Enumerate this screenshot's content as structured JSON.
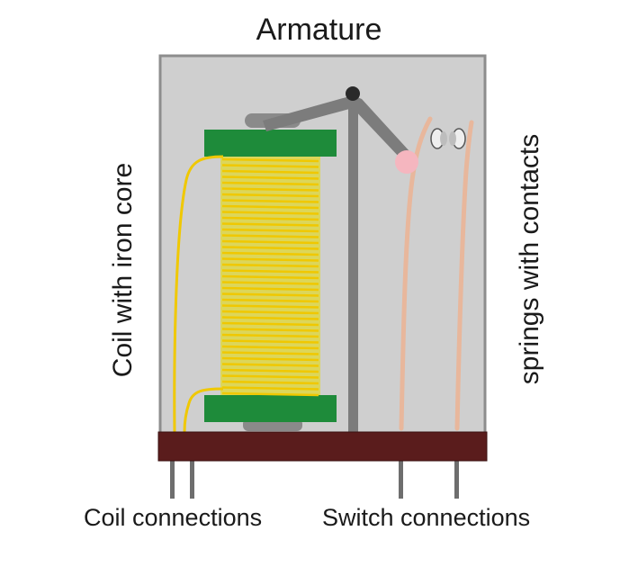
{
  "diagram": {
    "title": "Armature",
    "left_label": "Coil with iron core",
    "right_label": "springs with contacts",
    "bottom_left_label": "Coil connections",
    "bottom_right_label": "Switch connections"
  },
  "colors": {
    "housing": "#cfcfcf",
    "housing_border": "#8d8d8d",
    "base": "#5a1c1c",
    "coil_flange": "#1e8b3a",
    "coil_winding": "#e9e07a",
    "coil_wire": "#f0c800",
    "armature_metal": "#7c7c7c",
    "spring": "#e8b79c",
    "contact_pink": "#f5b6bf",
    "pin": "#6e6e6e"
  }
}
